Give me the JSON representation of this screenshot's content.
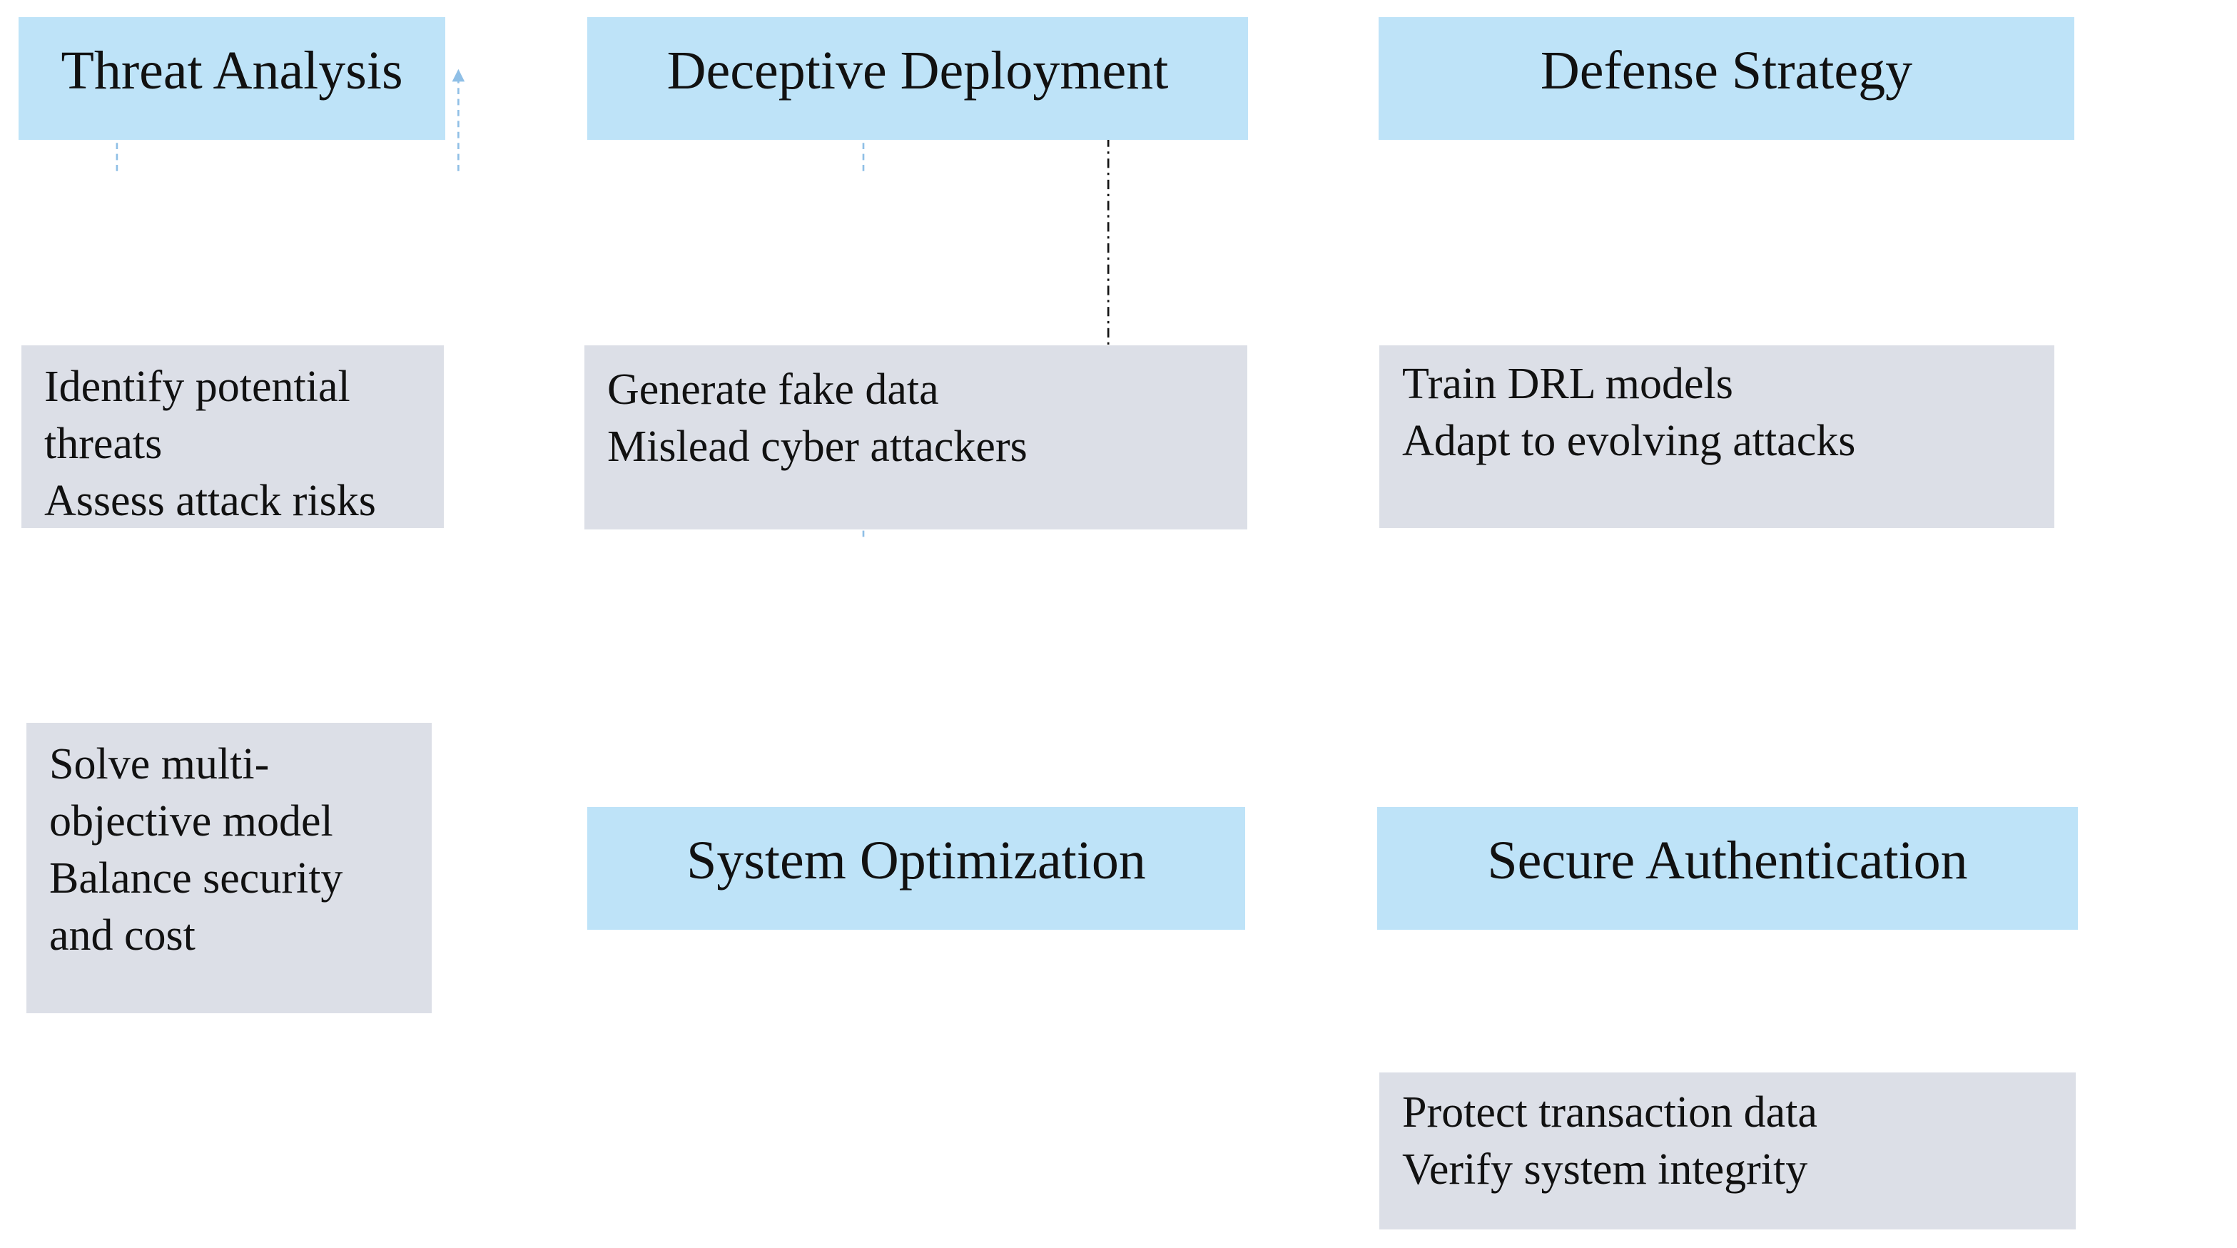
{
  "stages": {
    "threat_analysis": "Threat Analysis",
    "deceptive_deployment": "Deceptive Deployment",
    "defense_strategy": "Defense Strategy",
    "system_optimization": "System Optimization",
    "secure_authentication": "Secure Authentication"
  },
  "notes": {
    "threat_analysis": [
      "Identify potential",
      "threats",
      "Assess attack risks"
    ],
    "deceptive_deployment": [
      "Generate fake data",
      "Mislead cyber attackers"
    ],
    "defense_strategy": [
      "Train DRL models",
      "Adapt to evolving attacks"
    ],
    "system_optimization": [
      "Solve multi-",
      "objective model",
      "Balance security",
      "and cost"
    ],
    "secure_authentication": [
      "Protect transaction data",
      "Verify system integrity"
    ]
  },
  "colors": {
    "stage_fill": "#bee3f8",
    "note_fill": "#dcdfe7",
    "main_flow_arrow": "#111111",
    "support_arrow": "#8fbfe6",
    "blue_flow_arrow": "#2f5a9a"
  }
}
